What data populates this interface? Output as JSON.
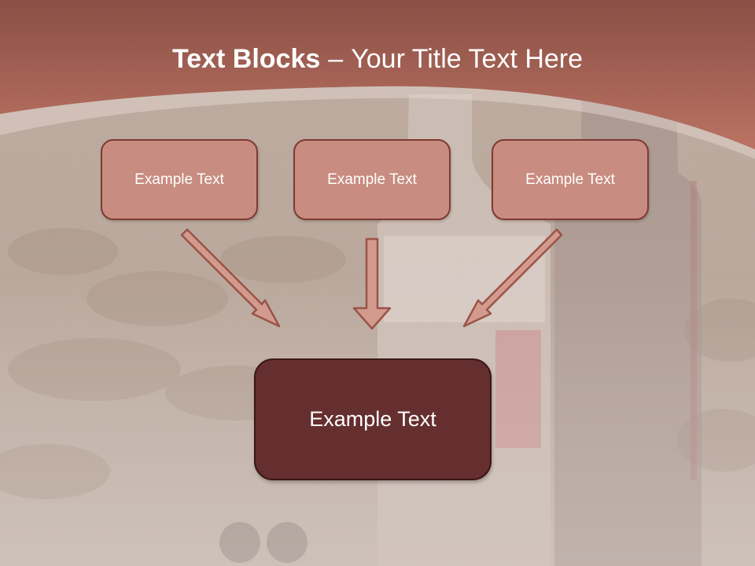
{
  "slide": {
    "title_bold": "Text Blocks",
    "title_separator": "–",
    "title_rest": "Your Title Text Here"
  },
  "blocks": [
    {
      "label": "Example Text"
    },
    {
      "label": "Example Text"
    },
    {
      "label": "Example Text"
    }
  ],
  "target": {
    "label": "Example Text"
  },
  "colors": {
    "header": "#b56d5f",
    "block_fill": "#c98c80",
    "block_border": "#7e3a33",
    "target_fill": "#652e2f",
    "arrow_fill": "#d39a8e"
  }
}
